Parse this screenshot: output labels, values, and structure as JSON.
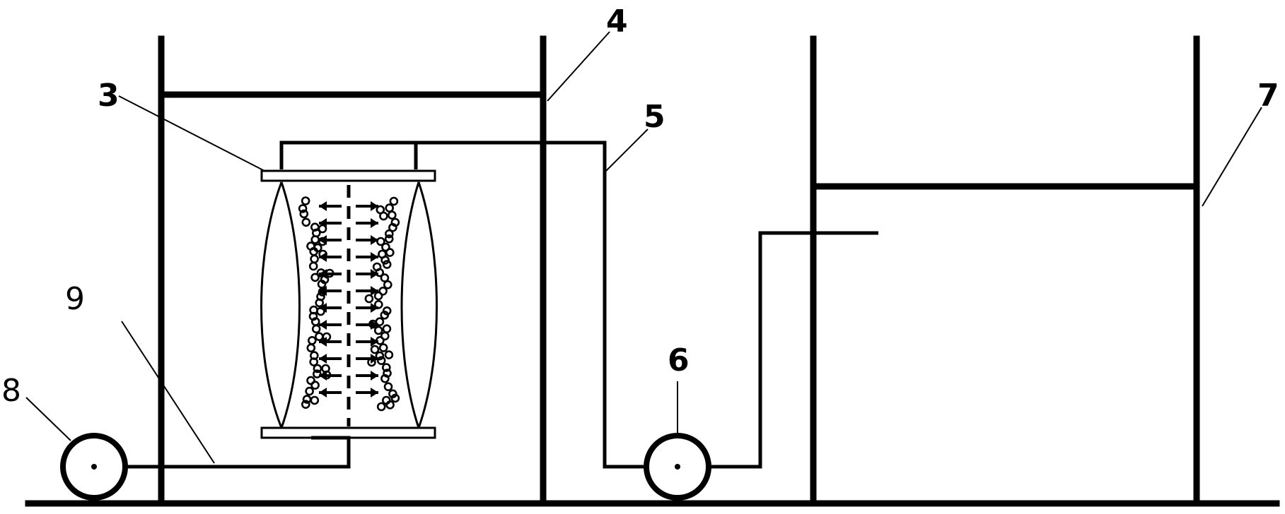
{
  "labels": {
    "l3": "3",
    "l4": "4",
    "l5": "5",
    "l6": "6",
    "l7": "7",
    "l8": "8",
    "l9": "9"
  }
}
